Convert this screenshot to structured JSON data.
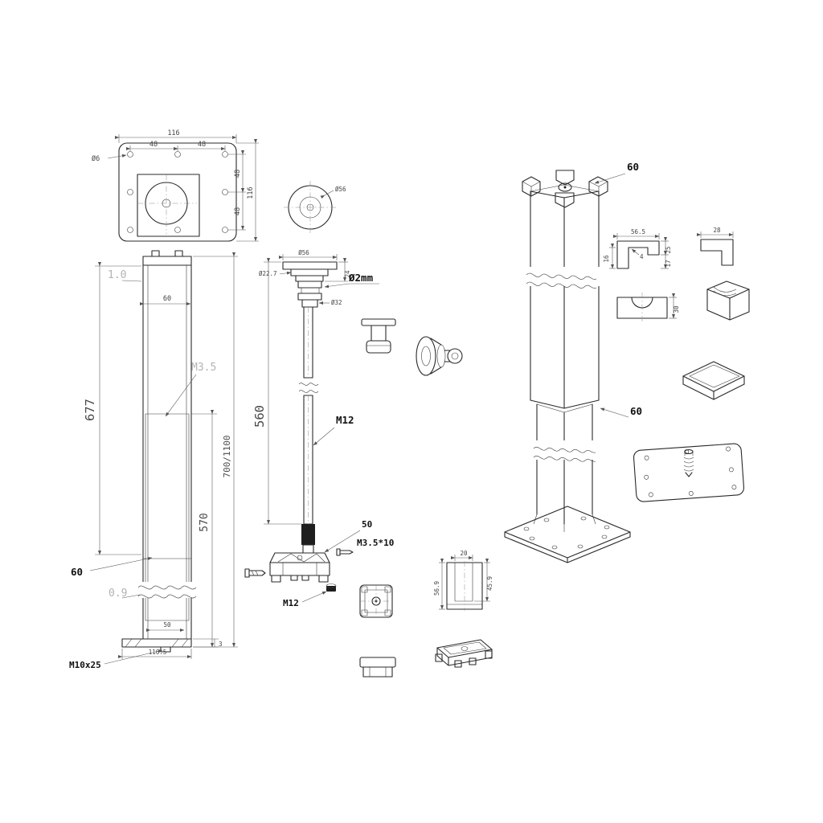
{
  "drawing": {
    "background": "#ffffff",
    "line_color": "#2a2a2a",
    "dim_color": "#555555",
    "muted_color": "#b3b3b3"
  },
  "plate_view": {
    "width_total": "116",
    "hole_pitch_left": "48",
    "hole_pitch_right": "48",
    "hole_dia": "Ø6",
    "hole_pitch_top": "48",
    "hole_pitch_bottom": "48",
    "height_total": "116"
  },
  "leg_view": {
    "wall_top": "1.0",
    "outer_length": "677",
    "outer_width": "60",
    "screw_thread": "M3.5",
    "inner_length": "570",
    "total_length": "700/1100",
    "tube_size": "60",
    "wall_bottom": "0.9",
    "inner_width": "50",
    "base_width": "116.5",
    "base_thickness": "3",
    "stud_thread": "M10x25"
  },
  "rod_view": {
    "top_dia": "Ø56",
    "flange_dia": "Ø56",
    "neck_dia": "Ø22.7",
    "head_height": "24",
    "pin_dia": "Ø2mm",
    "collar_dia": "Ø32",
    "rod_length": "560",
    "rod_thread": "M12"
  },
  "foot_view": {
    "plate_size": "50",
    "screw_size": "M3.5*10",
    "thread_size": "M12",
    "slot_width": "20",
    "inner_height": "45.9",
    "outer_height": "56.9"
  },
  "assembly_view": {
    "top_cap_size": "60",
    "tube_size": "60"
  },
  "detail_views": {
    "cap_width": "56.5",
    "cap_height": "25",
    "cap_step": "17",
    "cap_depth": "16",
    "cap_wall": "4",
    "clip_width": "28",
    "block_height": "30"
  }
}
